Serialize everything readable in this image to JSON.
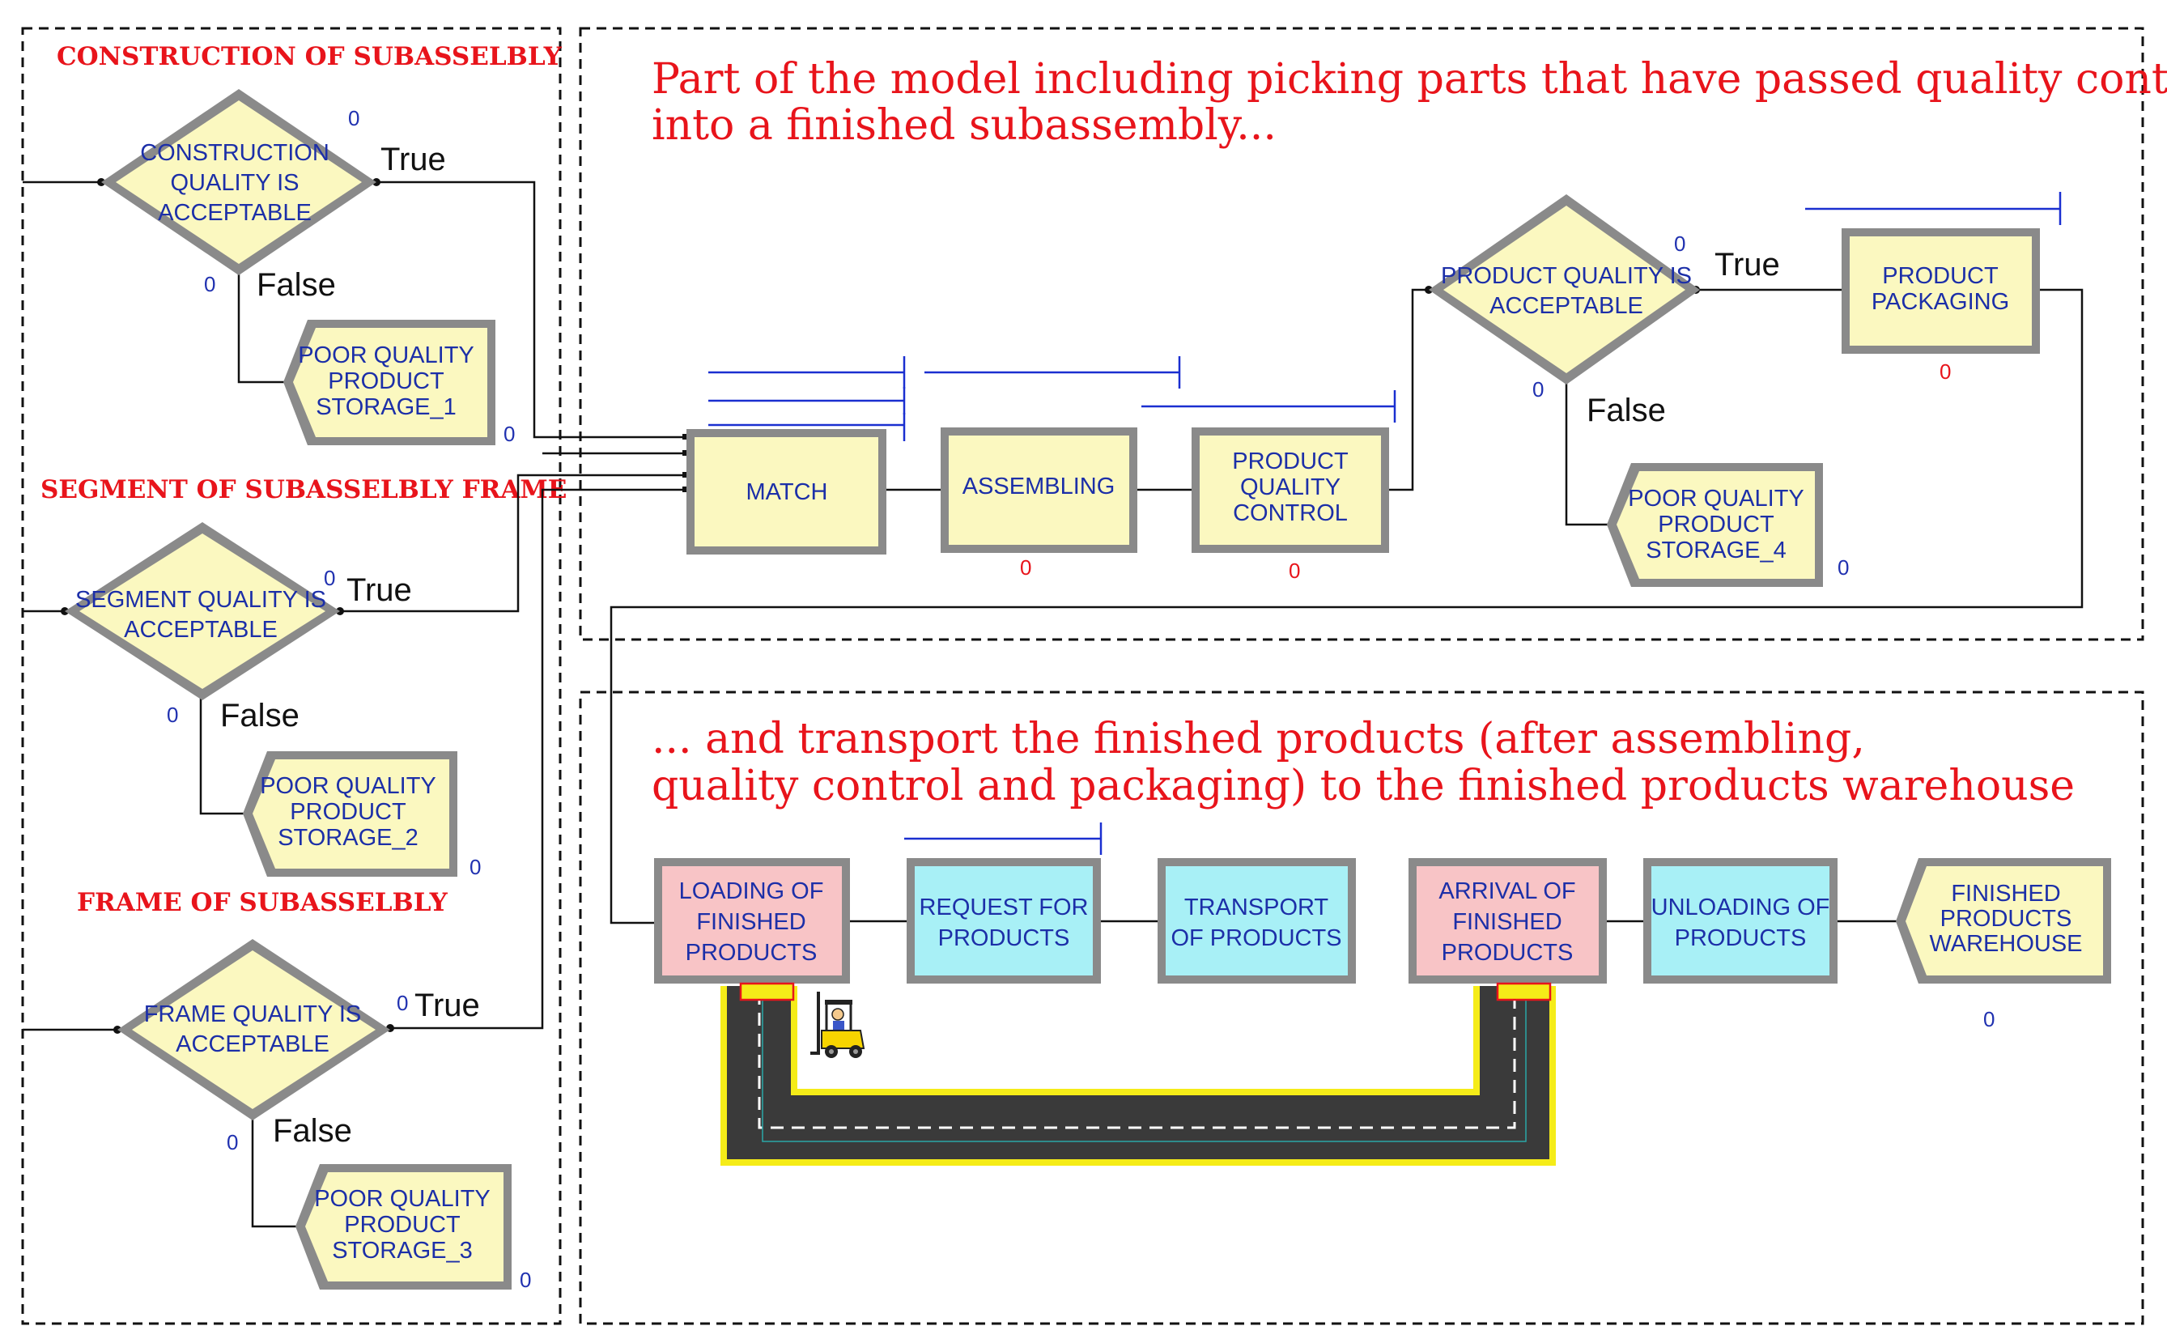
{
  "colors": {
    "caption_red": "#e8141b",
    "module_yellow": "#fbf8c0",
    "module_pink": "#f8c4c6",
    "module_cyan": "#a8f0f6",
    "module_text_blue": "#1c2fa8",
    "queue_line_blue": "#1a2fd0",
    "road_gray": "#3a3a3a",
    "road_edge_yellow": "#f5ec18"
  },
  "captions": {
    "top_line1": "Part of the model including picking parts that have passed quality control",
    "top_line2": "into a finished subassembly...",
    "bottom_line1": "... and transport the finished products (after assembling,",
    "bottom_line2": "quality control and packaging) to the finished products warehouse"
  },
  "sections": {
    "construction": "CONSTRUCTION OF SUBASSELBLY",
    "segment": "SEGMENT OF SUBASSELBLY FRAME",
    "frame": "FRAME OF SUBASSELBLY"
  },
  "decisions": {
    "construction": {
      "l1": "CONSTRUCTION",
      "l2": "QUALITY IS",
      "l3": "ACCEPTABLE",
      "true": "True",
      "false": "False",
      "count": "0",
      "count2": "0"
    },
    "segment": {
      "l1": "SEGMENT QUALITY IS",
      "l2": "ACCEPTABLE",
      "true": "True",
      "false": "False",
      "count": "0",
      "count2": "0"
    },
    "frame": {
      "l1": "FRAME QUALITY IS",
      "l2": "ACCEPTABLE",
      "true": "True",
      "false": "False",
      "count": "0",
      "count2": "0"
    },
    "product": {
      "l1": "PRODUCT QUALITY IS",
      "l2": "ACCEPTABLE",
      "true": "True",
      "false": "False",
      "count": "0",
      "count2": "0"
    }
  },
  "disposes": {
    "storage1": {
      "l1": "POOR QUALITY",
      "l2": "PRODUCT",
      "l3": "STORAGE_1",
      "count": "0"
    },
    "storage2": {
      "l1": "POOR QUALITY",
      "l2": "PRODUCT",
      "l3": "STORAGE_2",
      "count": "0"
    },
    "storage3": {
      "l1": "POOR QUALITY",
      "l2": "PRODUCT",
      "l3": "STORAGE_3",
      "count": "0"
    },
    "storage4": {
      "l1": "POOR QUALITY",
      "l2": "PRODUCT",
      "l3": "STORAGE_4",
      "count": "0"
    },
    "warehouse": {
      "l1": "FINISHED",
      "l2": "PRODUCTS",
      "l3": "WAREHOUSE",
      "count": "0"
    }
  },
  "modules": {
    "match": {
      "l1": "MATCH"
    },
    "assembling": {
      "l1": "ASSEMBLING",
      "count": "0"
    },
    "quality_control": {
      "l1": "PRODUCT",
      "l2": "QUALITY",
      "l3": "CONTROL",
      "count": "0"
    },
    "packaging": {
      "l1": "PRODUCT",
      "l2": "PACKAGING",
      "count": "0"
    },
    "loading": {
      "l1": "LOADING OF",
      "l2": "FINISHED",
      "l3": "PRODUCTS"
    },
    "request": {
      "l1": "REQUEST FOR",
      "l2": "PRODUCTS"
    },
    "transport": {
      "l1": "TRANSPORT",
      "l2": "OF PRODUCTS"
    },
    "arrival": {
      "l1": "ARRIVAL OF",
      "l2": "FINISHED",
      "l3": "PRODUCTS"
    },
    "unloading": {
      "l1": "UNLOADING OF",
      "l2": "PRODUCTS"
    }
  },
  "icons": {
    "forklift": "forklift-icon",
    "road": "transport-path"
  }
}
